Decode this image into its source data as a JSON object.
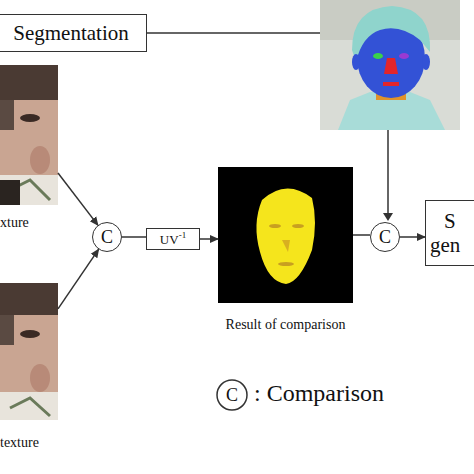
{
  "diagram": {
    "nodes": [
      {
        "text": [
          "Segmentation"
        ]
      },
      {
        "text": [
          "xture"
        ]
      },
      {
        "text": [
          "texture"
        ]
      },
      {
        "text": [
          "C"
        ]
      },
      {
        "text": [
          "UV",
          "-1"
        ]
      },
      {
        "text": [
          "Result of comparison"
        ]
      },
      {
        "text": [
          "C"
        ]
      },
      {
        "text": [
          "S",
          "gen"
        ]
      }
    ],
    "edges": [
      {
        "from": 1,
        "to": 3,
        "arrow": "to"
      },
      {
        "from": 2,
        "to": 3,
        "arrow": "to"
      },
      {
        "from": 3,
        "to": 4,
        "arrow": "none"
      },
      {
        "from": 4,
        "to": 5,
        "arrow": "to"
      },
      {
        "from": 5,
        "to": 6,
        "arrow": "none"
      },
      {
        "from": 6,
        "to": 7,
        "arrow": "to"
      }
    ],
    "labels": [
      "C"
    ],
    "legend": [
      {
        "text": ": Comparison"
      }
    ]
  }
}
